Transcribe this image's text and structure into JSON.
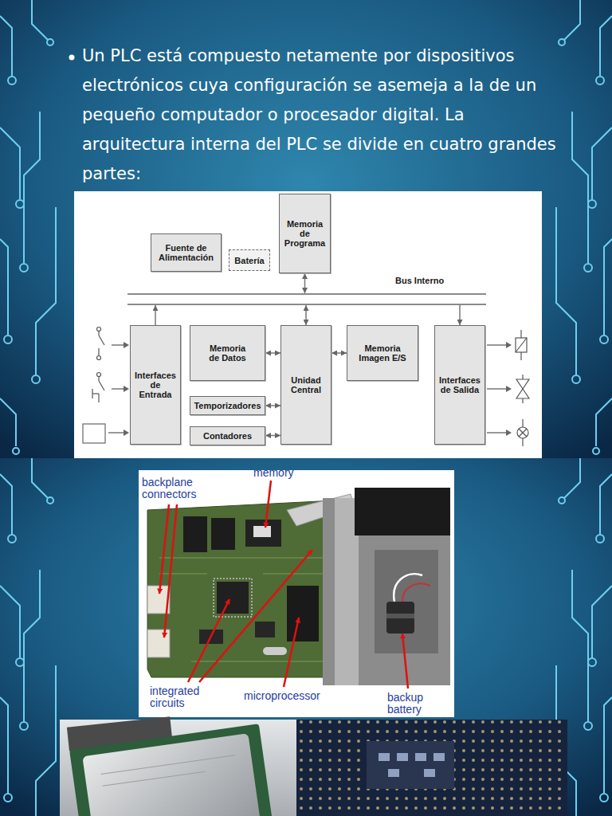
{
  "diagram": {
    "nodes": [
      {
        "text": [
          "Fuente de Alimentación"
        ]
      },
      {
        "text": [
          "Batería"
        ]
      },
      {
        "text": [
          "Memoria de Programa"
        ]
      },
      {
        "text": [
          "Bus Interno"
        ]
      },
      {
        "text": [
          "Interfaces de Entrada"
        ]
      },
      {
        "text": [
          "Memoria de Datos"
        ]
      },
      {
        "text": [
          "Unidad Central"
        ]
      },
      {
        "text": [
          "Memoria Imagen E/S"
        ]
      },
      {
        "text": [
          "Interfaces de Salida"
        ]
      },
      {
        "text": [
          "Temporizadores"
        ]
      },
      {
        "text": [
          "Contadores"
        ]
      }
    ],
    "edges": [
      {
        "from": 2,
        "to": 3,
        "arrow": "both"
      },
      {
        "from": 4,
        "to": 3,
        "arrow": "to"
      },
      {
        "from": 6,
        "to": 3,
        "arrow": "both"
      },
      {
        "from": 3,
        "to": 8,
        "arrow": "to"
      },
      {
        "from": 5,
        "to": 6,
        "arrow": "both"
      },
      {
        "from": 9,
        "to": 6,
        "arrow": "both"
      },
      {
        "from": 10,
        "to": 6,
        "arrow": "both"
      },
      {
        "from": 6,
        "to": 7,
        "arrow": "both"
      }
    ],
    "labels": [
      "Un PLC está compuesto netamente por dispositivos electrónicos cuya configuración se asemeja a la de un pequeño computador o procesador digital. La arquitectura interna del PLC se divide en cuatro grandes partes:",
      "memory",
      "backplane connectors",
      "integrated circuits",
      "microprocessor",
      "backup battery"
    ]
  }
}
